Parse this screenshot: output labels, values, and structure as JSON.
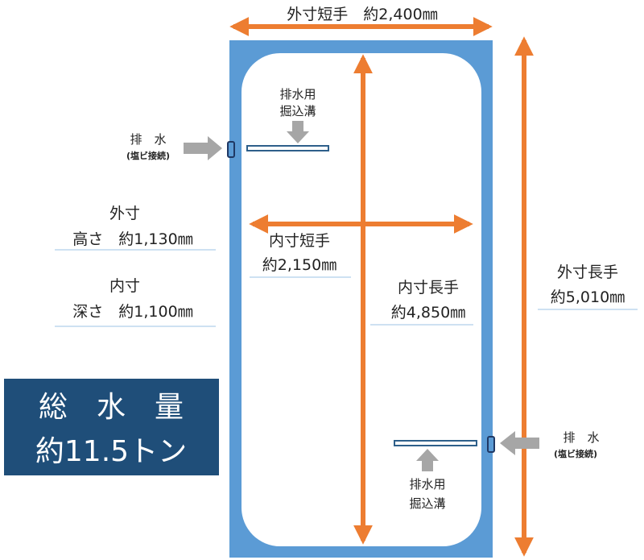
{
  "title": "総水量 diagram",
  "colors": {
    "tank": "#5b9bd5",
    "dimension_arrow": "#ed7d31",
    "total_box": "#1f4e79",
    "drain_arrow": "#a6a6a6"
  },
  "outer_short": "外寸短手　約2,400㎜",
  "outer_long": {
    "label": "外寸長手",
    "value": "約5,010㎜"
  },
  "inner_short": {
    "label": "内寸短手",
    "value": "約2,150㎜"
  },
  "inner_long": {
    "label": "内寸長手",
    "value": "約4,850㎜"
  },
  "outer_height": {
    "label": "外寸",
    "value": "高さ　約1,130㎜"
  },
  "inner_depth": {
    "label": "内寸",
    "value": "深さ　約1,100㎜"
  },
  "total": {
    "label": "総　水　量",
    "value": "約11.5トン"
  },
  "drain_left": {
    "label": "排　水",
    "sub": "(塩ビ接続)",
    "trench_line1": "排水用",
    "trench_line2": "掘込溝"
  },
  "drain_right": {
    "label": "排　水",
    "sub": "(塩ビ接続)",
    "trench_line1": "排水用",
    "trench_line2": "掘込溝"
  }
}
